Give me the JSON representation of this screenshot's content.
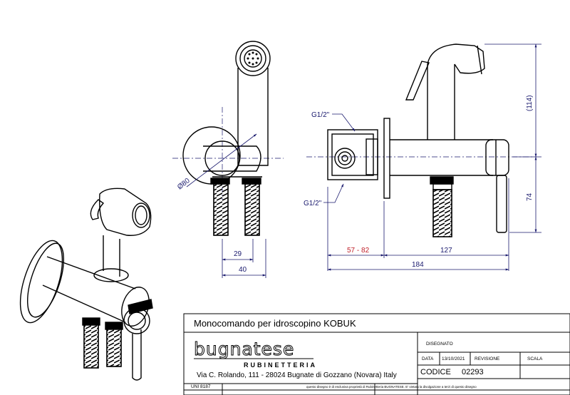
{
  "dimensions": {
    "diameter": "Ø80",
    "d29": "29",
    "d40": "40",
    "d57_82": "57 - 82",
    "d127": "127",
    "d184": "184",
    "d114": "(114)",
    "d74": "74",
    "thread_top": "G1/2\"",
    "thread_bottom": "G1/2\""
  },
  "title_block": {
    "title": "Monocomando per idroscopino KOBUK",
    "brand": "bugnatese",
    "brand_sub": "RUBINETTERIA",
    "address": "Via C. Rolando, 111 - 28024 Bugnate di Gozzano (Novara) Italy",
    "standard": "UNI 8187",
    "disclaimer": "questo disegno è di esclusiva proprietà di Rubinetteria BUGNATESE. E' vietata la divulgazione a terzi di questo disegno",
    "disegnato_label": "DISEGNATO",
    "data_label": "DATA",
    "data_value": "13/10/2021",
    "revisione_label": "REVISIONE",
    "scala_label": "SCALA",
    "codice_label": "CODICE",
    "codice_value": "02293"
  },
  "colors": {
    "line": "#000000",
    "dimension": "#1a1a6e",
    "dimension_highlight": "#c0202a"
  }
}
